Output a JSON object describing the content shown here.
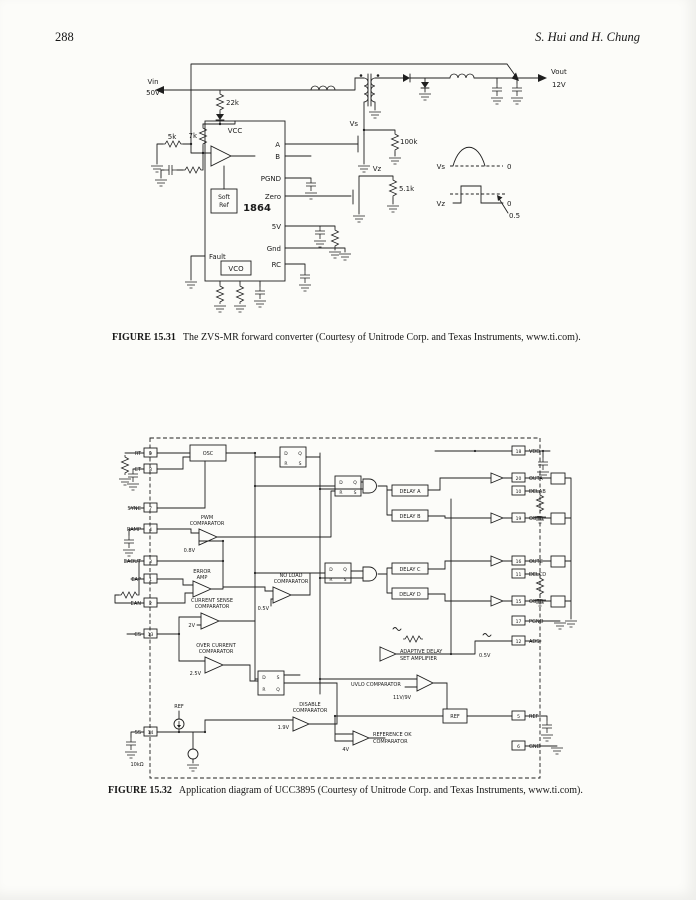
{
  "page": {
    "number": "288",
    "authors": "S. Hui and H. Chung"
  },
  "fig31": {
    "caption": {
      "label": "FIGURE 15.31",
      "text": "The ZVS-MR forward converter (Courtesy of Unitrode Corp. and Texas Instruments, www.ti.com)."
    },
    "labels": {
      "vin": "Vin",
      "vin_volt": "50V",
      "vout": "Vout",
      "vout_volt": "12V",
      "r22k": "22k",
      "r7k": "7k",
      "r5k": "5k",
      "r100k": "100k",
      "r5k1": "5.1k",
      "vs": "Vs",
      "vz": "Vz",
      "part": "1864",
      "vcc": "VCC",
      "a": "A",
      "b": "B",
      "pgnd": "PGND",
      "zero": "Zero",
      "v5": "5V",
      "gnd": "Gnd",
      "rc": "RC",
      "fault": "Fault",
      "vco": "VCO",
      "soft": "Soft",
      "ref": "Ref",
      "wave_vs": "Vs",
      "wave_vz": "Vz",
      "zero1": "0",
      "zero2": "0",
      "half": "0.5"
    }
  },
  "fig32": {
    "caption": {
      "label": "FIGURE 15.32",
      "text": "Application diagram of UCC3895 (Courtesy of Unitrode Corp. and Texas Instruments, www.ti.com)."
    },
    "pins_left": [
      {
        "num": "9",
        "label": "RT"
      },
      {
        "num": "8",
        "label": "CT"
      },
      {
        "num": "7",
        "label": "SYNC"
      },
      {
        "num": "4",
        "label": "RAMP"
      },
      {
        "num": "3",
        "label": "EAOUT"
      },
      {
        "num": "1",
        "label": "EAP"
      },
      {
        "num": "2",
        "label": "EAN"
      },
      {
        "num": "13",
        "label": "CS"
      },
      {
        "num": "14",
        "label": "SS"
      }
    ],
    "pins_right": [
      {
        "num": "18",
        "label": "VDD"
      },
      {
        "num": "20",
        "label": "OUTA"
      },
      {
        "num": "10",
        "label": "DELAB"
      },
      {
        "num": "19",
        "label": "OUTB"
      },
      {
        "num": "16",
        "label": "OUTC"
      },
      {
        "num": "11",
        "label": "DELCD"
      },
      {
        "num": "15",
        "label": "OUTD"
      },
      {
        "num": "17",
        "label": "PGND"
      },
      {
        "num": "12",
        "label": "ADS"
      },
      {
        "num": "5",
        "label": "REF"
      },
      {
        "num": "6",
        "label": "GND"
      }
    ],
    "blocks": {
      "osc": "OSC",
      "pwm1": "PWM",
      "pwm2": "COMPARATOR",
      "err1": "ERROR",
      "err2": "AMP",
      "cs1": "CURRENT SENSE",
      "cs2": "COMPARATOR",
      "oc1": "OVER CURRENT",
      "oc2": "COMPARATOR",
      "nl1": "NO LOAD",
      "nl2": "COMPARATOR",
      "da": "DELAY A",
      "db": "DELAY B",
      "dc": "DELAY C",
      "dd": "DELAY D",
      "ad1": "ADAPTIVE DELAY",
      "ad2": "SET AMPLIFIER",
      "uvlo": "UVLO COMPARATOR",
      "dis1": "DISABLE",
      "dis2": "COMPARATOR",
      "ro1": "REFERENCE OK",
      "ro2": "COMPARATOR",
      "ref": "REF"
    },
    "values": {
      "ramp_ofs": "0.8V",
      "cs_th": "2V",
      "oc_th": "2.5V",
      "nl_th": "0.5V",
      "ad_th": "0.5V",
      "uvlo_th": "11V/9V",
      "dis_th": "1.9V",
      "ro_th": "4V",
      "ss_ref": "REF",
      "ss_r": "10kΩ"
    },
    "ff": {
      "d": "D",
      "q": "Q",
      "r": "R",
      "s": "S"
    }
  }
}
